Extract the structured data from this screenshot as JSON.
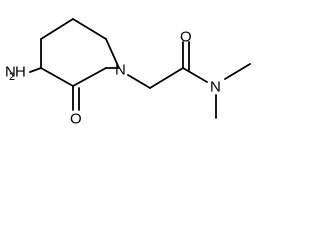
{
  "molecule": {
    "atoms": {
      "amino_n": "N",
      "amino_h": "H",
      "amino_h_count": "2",
      "ring_n": "N",
      "ring_o": "O",
      "amide_o": "O",
      "amide_n": "N"
    }
  }
}
